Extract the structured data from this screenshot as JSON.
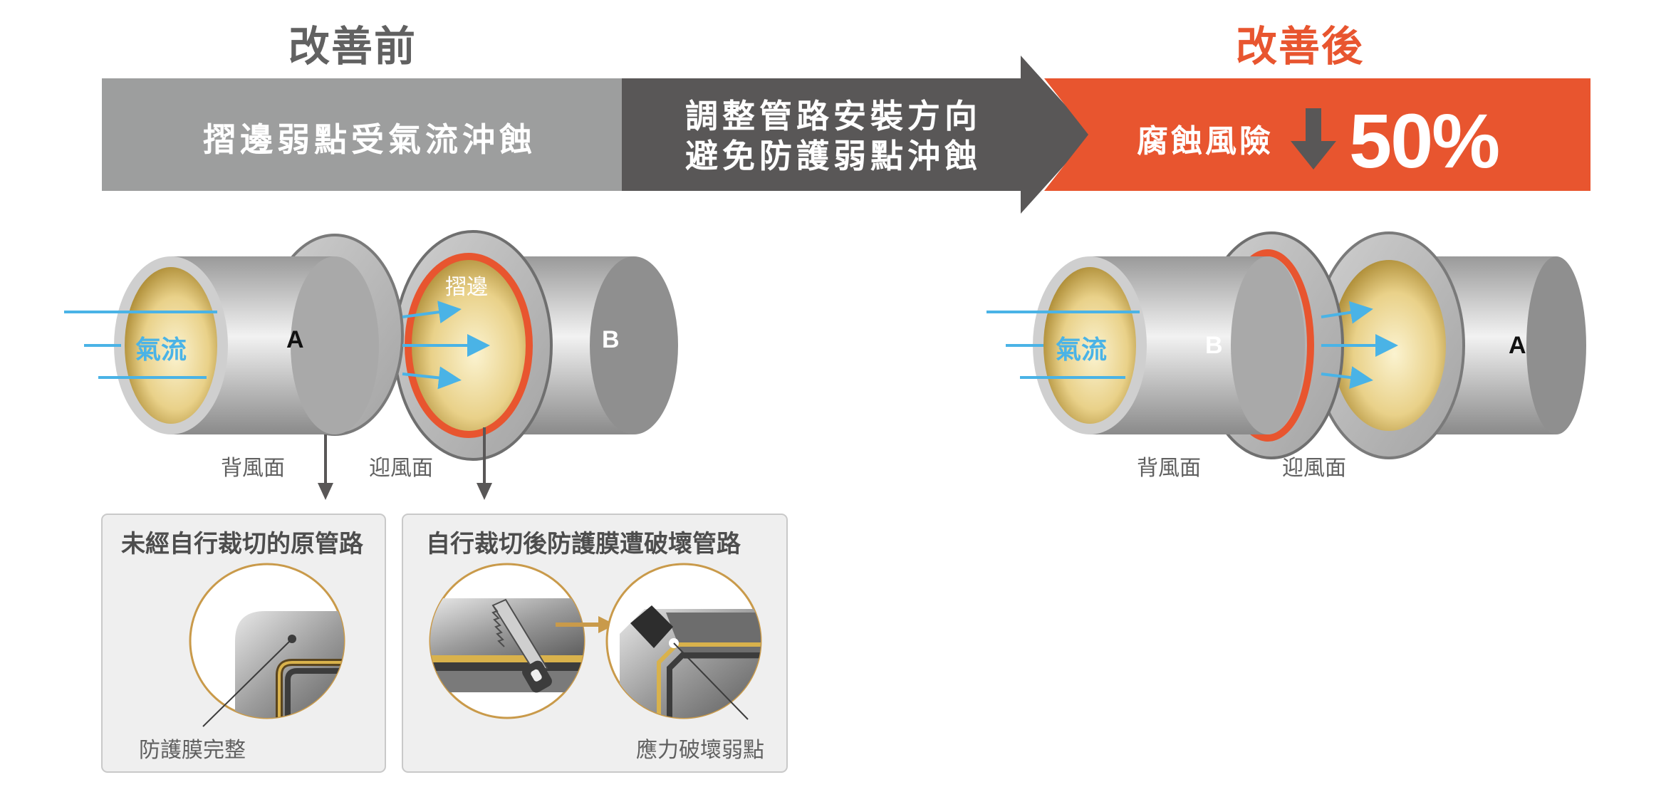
{
  "headings": {
    "before": "改善前",
    "after": "改善後"
  },
  "banner": {
    "before_text": "摺邊弱點受氣流沖蝕",
    "middle_line1": "調整管路安裝方向",
    "middle_line2": "避免防護弱點沖蝕",
    "after_text": "腐蝕風險",
    "after_value": "50%"
  },
  "before_diagram": {
    "flow_label": "氣流",
    "pipe_a": "A",
    "pipe_b": "B",
    "flange_label": "摺邊",
    "leeward_label": "背風面",
    "windward_label": "迎風面"
  },
  "after_diagram": {
    "flow_label": "氣流",
    "pipe_b": "B",
    "pipe_a": "A",
    "leeward_label": "背風面",
    "windward_label": "迎風面"
  },
  "box_original": {
    "title": "未經自行裁切的原管路",
    "caption": "防護膜完整"
  },
  "box_damaged": {
    "title": "自行裁切後防護膜遭破壞管路",
    "caption": "應力破壞弱點"
  },
  "colors": {
    "gray_banner": "#9d9e9e",
    "dark_banner": "#595757",
    "accent_orange": "#e8552f",
    "airflow_blue": "#4ab3e6",
    "gold_inner": "#c9a94a"
  }
}
